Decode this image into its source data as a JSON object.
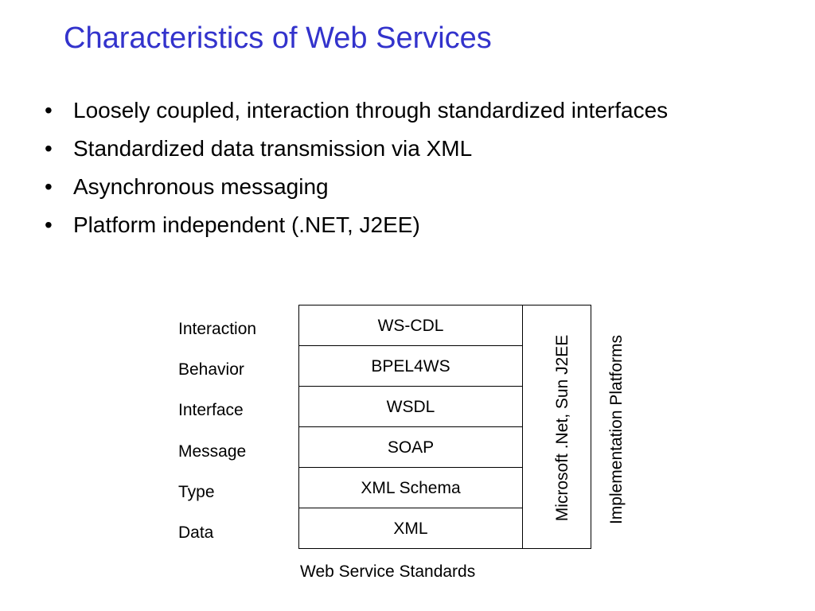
{
  "slide": {
    "title": "Characteristics of Web Services",
    "title_color": "#3333cc",
    "bullet_glyph": "•",
    "bullets": [
      "Loosely coupled, interaction through standardized interfaces",
      "Standardized data transmission via XML",
      "Asynchronous messaging",
      "Platform independent (.NET, J2EE)"
    ]
  },
  "diagram": {
    "layers": [
      {
        "label": "Interaction",
        "standard": "WS-CDL"
      },
      {
        "label": "Behavior",
        "standard": "BPEL4WS"
      },
      {
        "label": "Interface",
        "standard": "WSDL"
      },
      {
        "label": "Message",
        "standard": "SOAP"
      },
      {
        "label": "Type",
        "standard": "XML Schema"
      },
      {
        "label": "Data",
        "standard": "XML"
      }
    ],
    "platform_box_text": "Microsoft .Net, Sun J2EE",
    "platform_side_label": "Implementation Platforms",
    "caption": "Web Service Standards"
  }
}
